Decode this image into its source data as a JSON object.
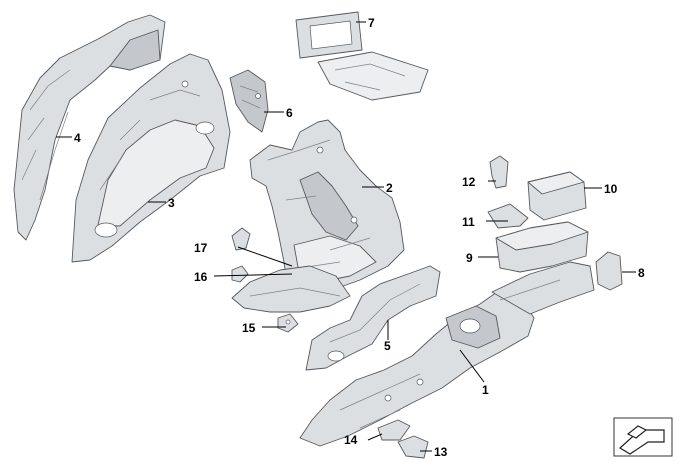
{
  "callouts": [
    {
      "id": "1",
      "label": "1"
    },
    {
      "id": "2",
      "label": "2"
    },
    {
      "id": "3",
      "label": "3"
    },
    {
      "id": "4",
      "label": "4"
    },
    {
      "id": "5",
      "label": "5"
    },
    {
      "id": "6",
      "label": "6"
    },
    {
      "id": "7",
      "label": "7"
    },
    {
      "id": "8",
      "label": "8"
    },
    {
      "id": "9",
      "label": "9"
    },
    {
      "id": "10",
      "label": "10"
    },
    {
      "id": "11",
      "label": "11"
    },
    {
      "id": "12",
      "label": "12"
    },
    {
      "id": "13",
      "label": "13"
    },
    {
      "id": "14",
      "label": "14"
    },
    {
      "id": "15",
      "label": "15"
    },
    {
      "id": "16",
      "label": "16"
    },
    {
      "id": "17",
      "label": "17"
    }
  ],
  "navigation_icon": "exploded-view-orientation-icon"
}
